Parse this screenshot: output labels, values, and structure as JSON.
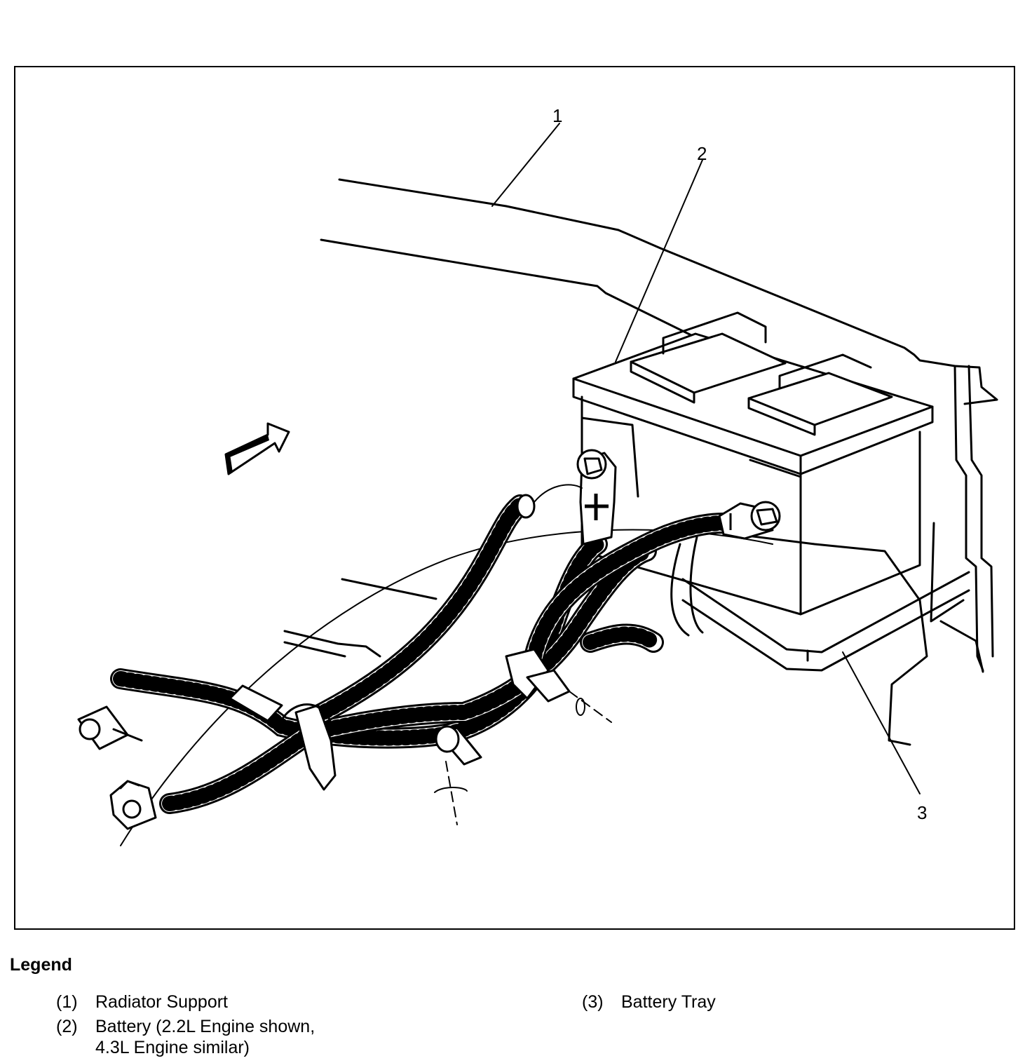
{
  "callouts": [
    "1",
    "2",
    "3"
  ],
  "legend": {
    "title": "Legend",
    "items": [
      {
        "num": "(1)",
        "text": "Radiator Support"
      },
      {
        "num": "(2)",
        "text": "Battery (2.2L Engine shown,\n4.3L Engine similar)"
      },
      {
        "num": "(3)",
        "text": "Battery Tray"
      }
    ]
  },
  "symbols": {
    "positive_terminal": "plus-sign"
  }
}
